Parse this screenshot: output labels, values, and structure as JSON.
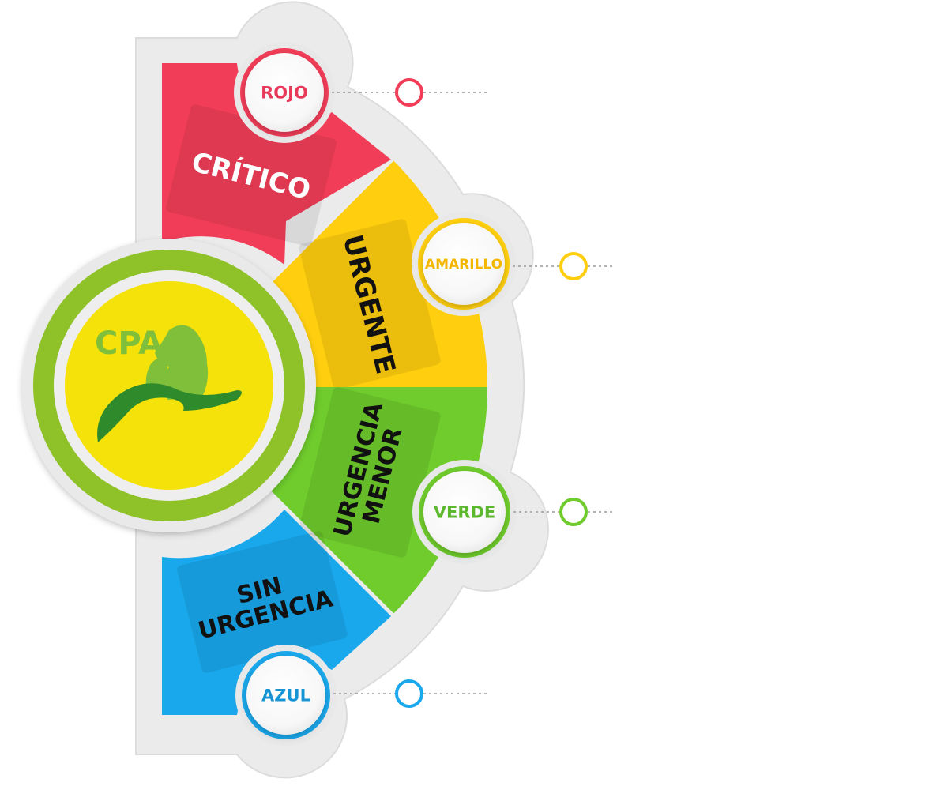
{
  "logo": {
    "text": "CPA",
    "colors": {
      "ring": "#8fc128",
      "inner": "#f5e20a",
      "hand": "#2f8a2c",
      "text": "#7fbf3a"
    }
  },
  "levels": [
    {
      "color_label": "ROJO",
      "condition_lines": [
        "CRÍTICO"
      ],
      "color": "#f23d58",
      "label_color": "#e8395a"
    },
    {
      "color_label": "AMARILLO",
      "condition_lines": [
        "URGENTE"
      ],
      "color": "#ffcf0f",
      "label_color": "#f3b700"
    },
    {
      "color_label": "VERDE",
      "condition_lines": [
        "URGENCIA",
        "MENOR"
      ],
      "color": "#6fcc2c",
      "label_color": "#5cb82c"
    },
    {
      "color_label": "AZUL",
      "condition_lines": [
        "SIN",
        "URGENCIA"
      ],
      "color": "#1aa8ec",
      "label_color": "#1794d4"
    }
  ]
}
